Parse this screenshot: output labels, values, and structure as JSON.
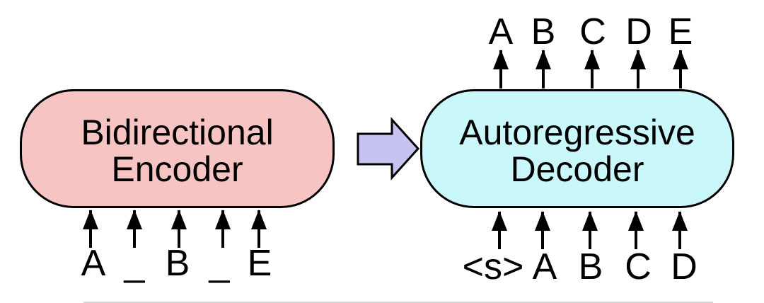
{
  "figure": {
    "encoder": {
      "label_line1": "Bidirectional",
      "label_line2": "Encoder",
      "inputs": [
        "A",
        "_",
        "B",
        "_",
        "E"
      ]
    },
    "decoder": {
      "label_line1": "Autoregressive",
      "label_line2": "Decoder",
      "outputs": [
        "A",
        "B",
        "C",
        "D",
        "E"
      ],
      "inputs": [
        "<s>",
        "A",
        "B",
        "C",
        "D"
      ]
    }
  },
  "colors": {
    "encoder_fill": "#F6C4C3",
    "decoder_fill": "#CAF8FA",
    "transfer_arrow_fill": "#C5C3F0",
    "stroke": "#000000",
    "background": "#FFFFFF"
  }
}
